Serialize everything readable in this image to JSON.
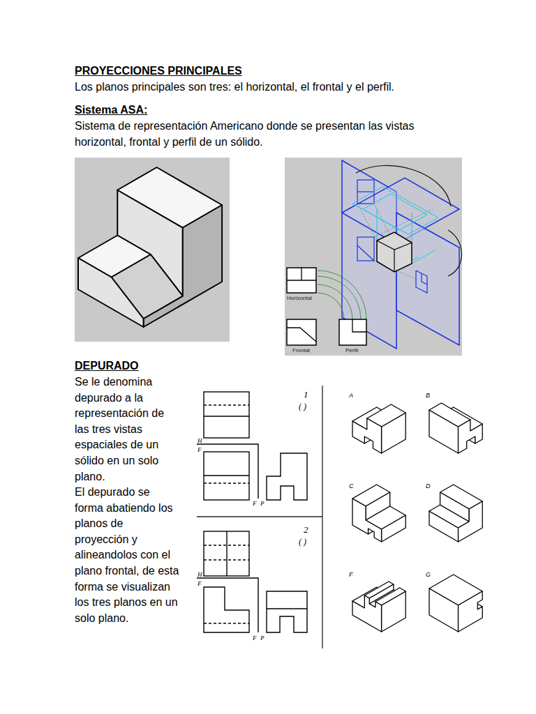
{
  "diagram": {
    "title": "PROYECCIONES PRINCIPALES",
    "labels": [
      "Los planos principales son tres: el horizontal, el frontal y el perfil.",
      "Sistema ASA:",
      "Sistema de representación Americano donde se presentan las vistas horizontal, frontal y perfil de un sólido.",
      "Horizontal",
      "Frontal",
      "Perfil",
      "DEPURADO",
      "Se le denomina depurado a la representación de las tres vistas espaciales de un sólido en un solo plano.",
      "El depurado se forma abatiendo los planos de proyección y alineandolos con el plano frontal, de esta forma se visualizan los tres planos en un solo plano.",
      "1",
      "( )",
      "H",
      "F",
      "F",
      "P",
      "2",
      "( )",
      "H",
      "F",
      "F",
      "P",
      "A",
      "B",
      "C",
      "D",
      "F",
      "G"
    ]
  }
}
